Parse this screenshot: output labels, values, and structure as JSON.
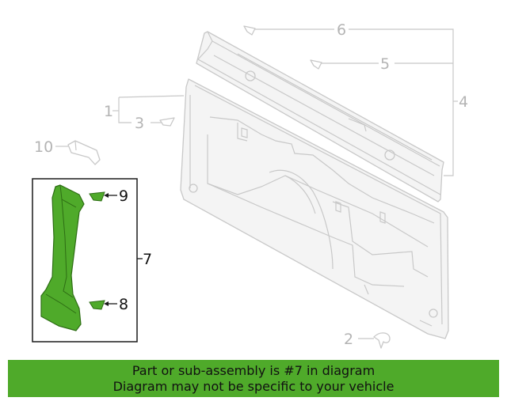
{
  "colors": {
    "highlight": "#4faa2a",
    "ghost": "#c8c8c8",
    "ghost_label": "#b4b4b4",
    "frame": "#1a1a1a",
    "banner_bg": "#4faa2a"
  },
  "callouts": {
    "c1": "1",
    "c2": "2",
    "c3": "3",
    "c4": "4",
    "c5": "5",
    "c6": "6",
    "c7": "7",
    "c8": "8",
    "c9": "9",
    "c10": "10"
  },
  "banner": {
    "line1": "Part or sub-assembly is #7 in diagram",
    "line2": "Diagram may not be specific to your vehicle"
  }
}
